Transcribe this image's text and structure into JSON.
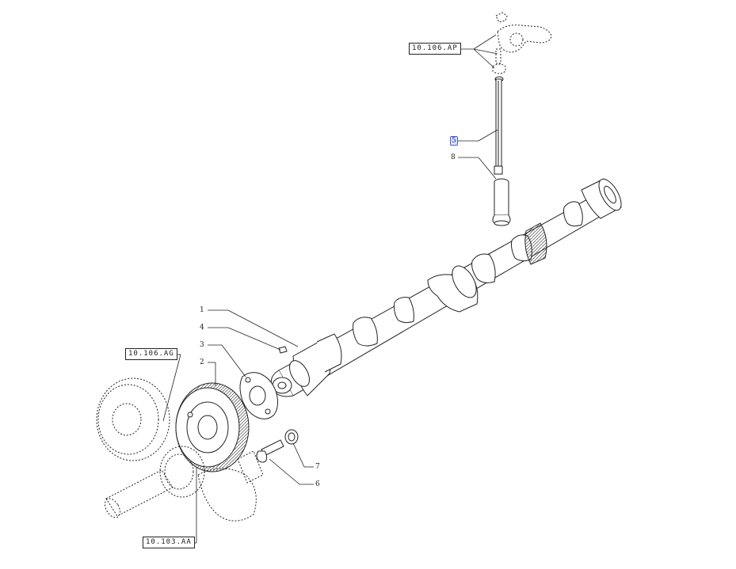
{
  "references": {
    "rocker": "10.106.AP",
    "gear_train": "10.106.AG",
    "crankshaft": "10.103.AA"
  },
  "callouts": {
    "c1": "1",
    "c2": "2",
    "c3": "3",
    "c4": "4",
    "c5": "5",
    "c6": "6",
    "c7": "7",
    "c8": "8"
  },
  "highlighted_callout": "5",
  "colors": {
    "line": "#222222",
    "highlight_fill": "#dce3ff",
    "highlight_stroke": "#4a5cd8"
  }
}
